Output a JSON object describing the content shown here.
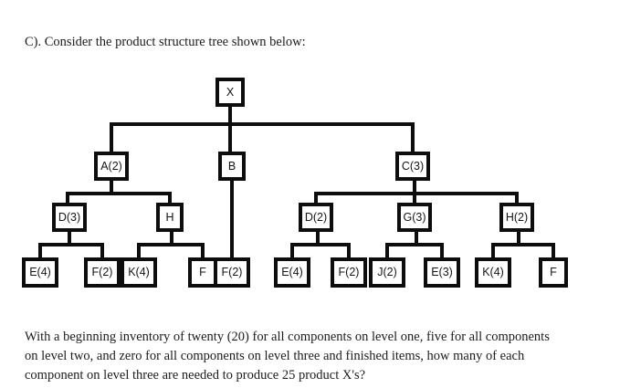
{
  "document": {
    "intro": "C). Consider the product structure tree shown below:",
    "question_lines": [
      "With a beginning inventory of twenty (20) for all components on level one, five for all components",
      "on level two, and zero for all components on level three and finished items, how many of each",
      "component on level three are needed to produce 25 product X's?"
    ]
  },
  "diagram": {
    "title": "product-structure-tree",
    "line_color": "#0d0d0d",
    "node_fill": "#ffffff",
    "levels": {
      "level_0": "X",
      "level_1": [
        "A(2)",
        "B",
        "C(3)"
      ],
      "level_2": [
        "D(3)",
        "H",
        "D(2)",
        "G(3)",
        "H(2)"
      ],
      "level_3": [
        "E(4)",
        "F(2)",
        "K(4)",
        "F",
        "F(2)",
        "E(4)",
        "F(2)",
        "J(2)",
        "E(3)",
        "K(4)",
        "F"
      ]
    },
    "nodes": {
      "root": {
        "label": "X"
      },
      "a": {
        "label": "A(2)"
      },
      "b": {
        "label": "B"
      },
      "c": {
        "label": "C(3)"
      },
      "a_d": {
        "label": "D(3)"
      },
      "a_h": {
        "label": "H"
      },
      "c_d": {
        "label": "D(2)"
      },
      "c_g": {
        "label": "G(3)"
      },
      "c_h": {
        "label": "H(2)"
      },
      "a_d_e": {
        "label": "E(4)"
      },
      "a_d_f": {
        "label": "F(2)"
      },
      "a_h_k": {
        "label": "K(4)"
      },
      "a_h_f": {
        "label": "F"
      },
      "b_f": {
        "label": "F(2)"
      },
      "c_d_e": {
        "label": "E(4)"
      },
      "c_d_f": {
        "label": "F(2)"
      },
      "c_g_j": {
        "label": "J(2)"
      },
      "c_g_e": {
        "label": "E(3)"
      },
      "c_h_k": {
        "label": "K(4)"
      },
      "c_h_f": {
        "label": "F"
      }
    }
  }
}
